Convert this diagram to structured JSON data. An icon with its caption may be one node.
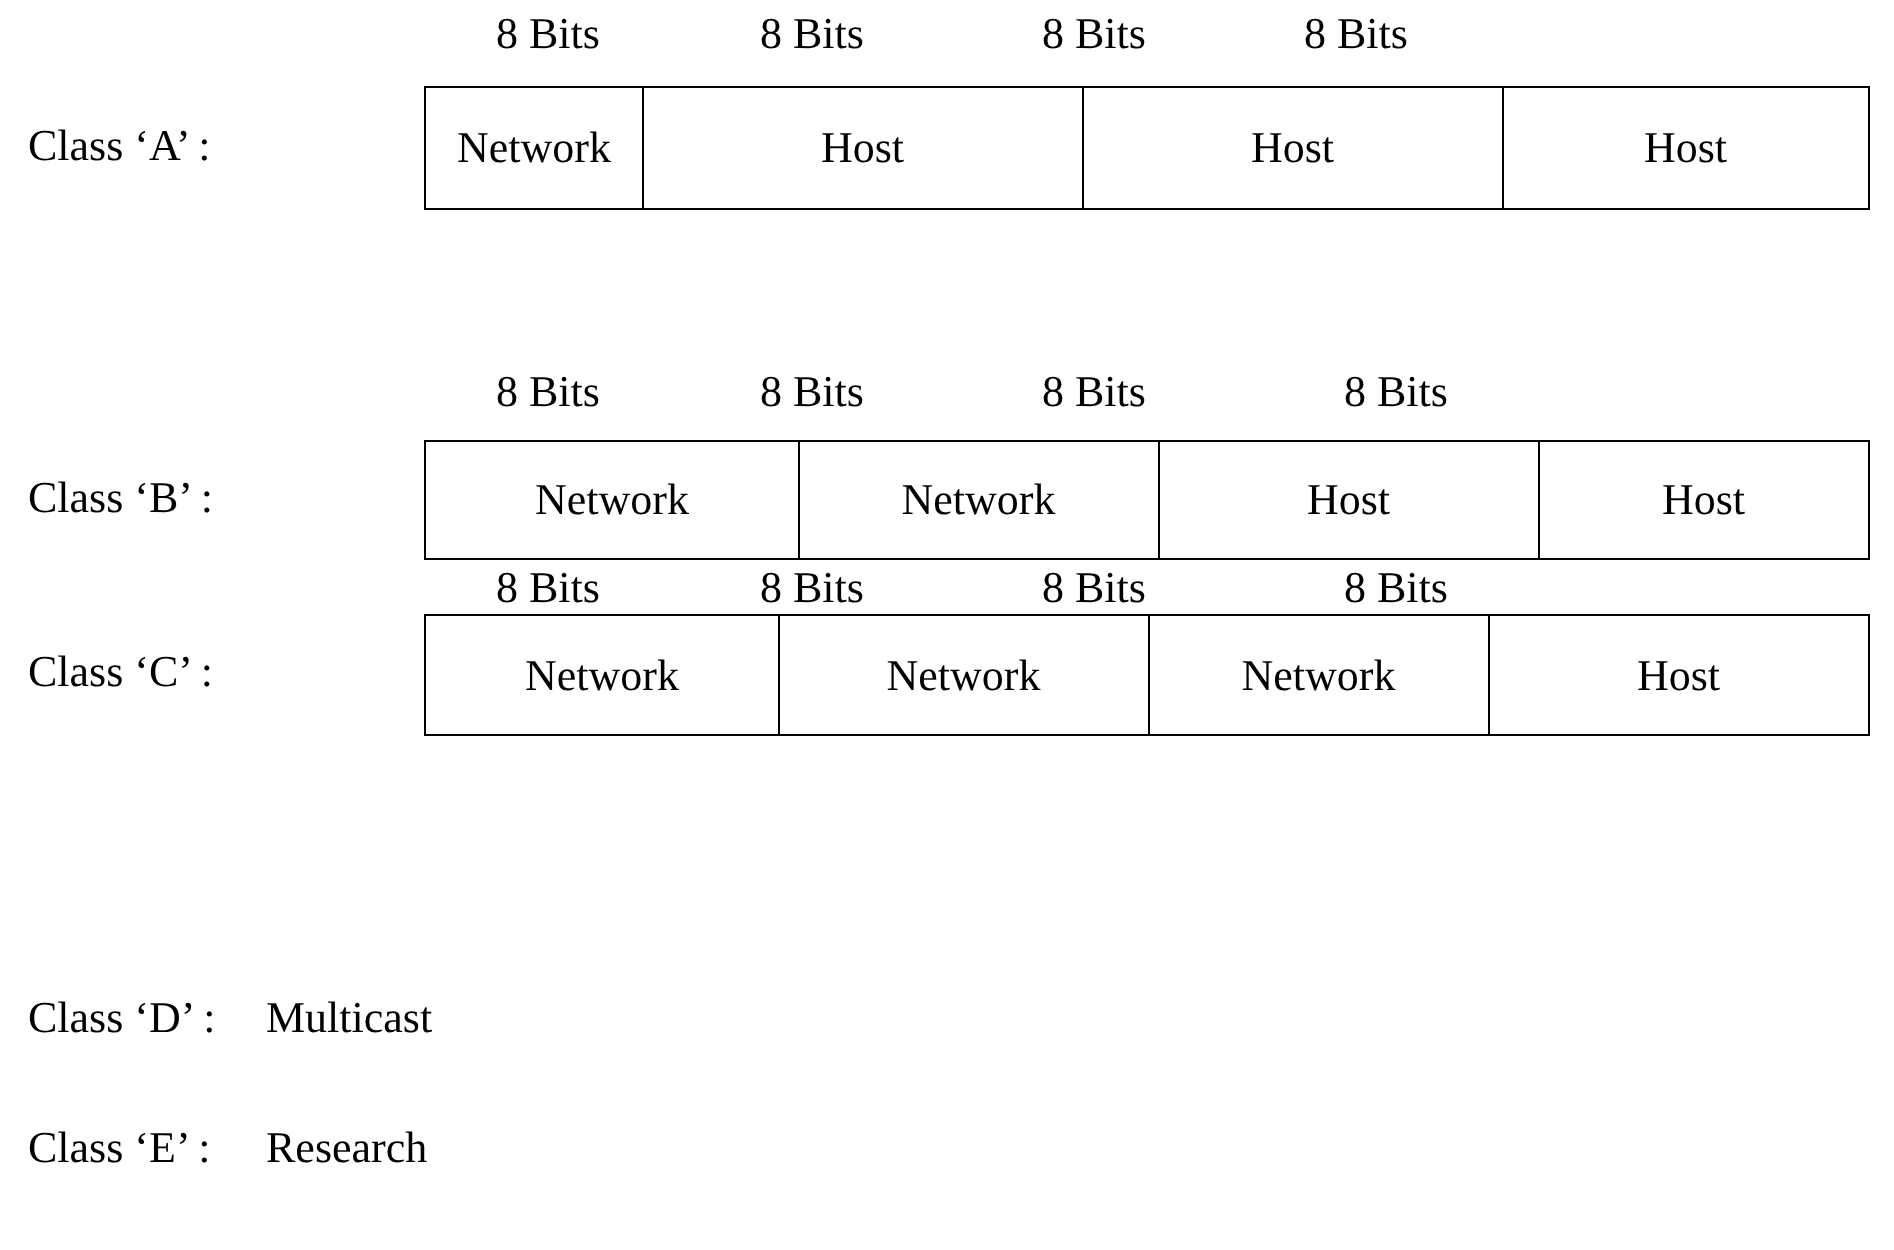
{
  "diagram": {
    "nodes": [
      {
        "text": [
          "Network"
        ]
      },
      {
        "text": [
          "Host"
        ]
      },
      {
        "text": [
          "Host"
        ]
      },
      {
        "text": [
          "Host"
        ]
      },
      {
        "text": [
          "Network"
        ]
      },
      {
        "text": [
          "Network"
        ]
      },
      {
        "text": [
          "Host"
        ]
      },
      {
        "text": [
          "Host"
        ]
      },
      {
        "text": [
          "Network"
        ]
      },
      {
        "text": [
          "Network"
        ]
      },
      {
        "text": [
          "Network"
        ]
      },
      {
        "text": [
          "Host"
        ]
      }
    ],
    "edges": [],
    "labels": [
      "8 Bits",
      "8 Bits",
      "8 Bits",
      "8 Bits",
      "Class ‘A’ :",
      "8 Bits",
      "8 Bits",
      "8 Bits",
      "8 Bits",
      "Class ‘B’ :",
      "8 Bits",
      "8 Bits",
      "8 Bits",
      "8 Bits",
      "Class ‘C’ :",
      "Class ‘D’ :",
      "Multicast",
      "Class ‘E’ :",
      "Research"
    ]
  }
}
